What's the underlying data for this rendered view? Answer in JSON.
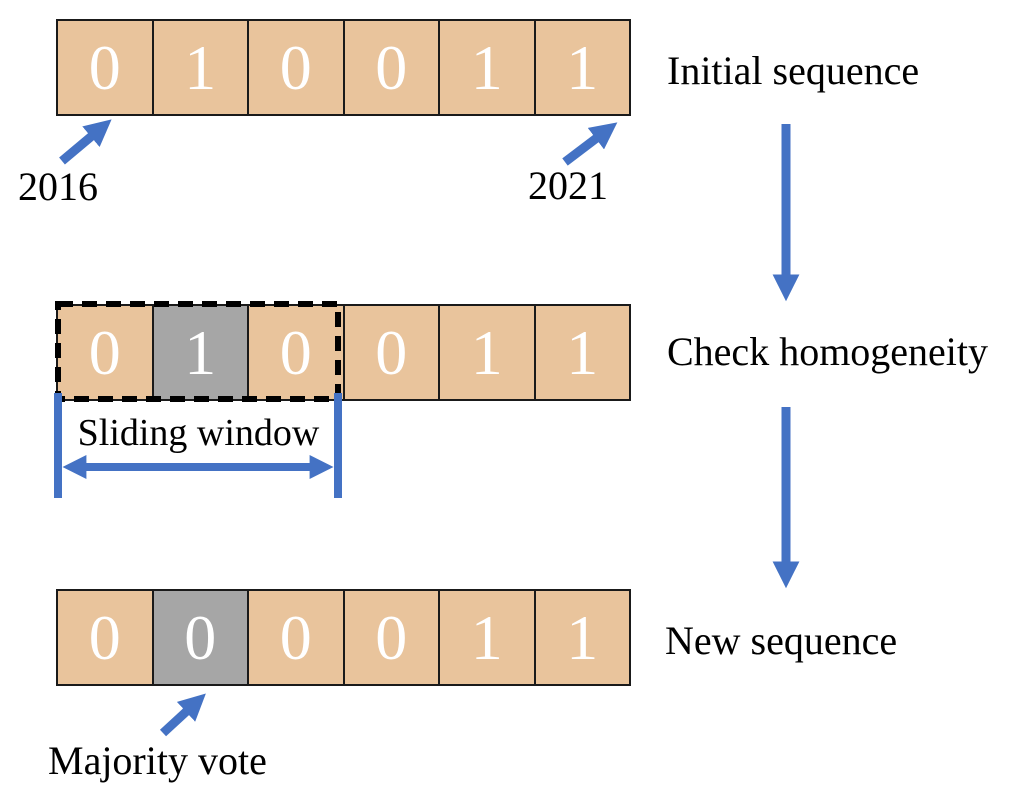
{
  "figure": {
    "title_hint": "sliding-window majority-vote smoothing of a yearly binary sequence"
  },
  "stage_labels": {
    "initial": "Initial sequence",
    "check": "Check homogeneity",
    "new": "New sequence"
  },
  "year_labels": {
    "start": "2016",
    "end": "2021"
  },
  "annotations": {
    "sliding_window": "Sliding window",
    "majority_vote": "Majority vote"
  },
  "sequences": {
    "initial": [
      "0",
      "1",
      "0",
      "0",
      "1",
      "1"
    ],
    "check": [
      "0",
      "1",
      "0",
      "0",
      "1",
      "1"
    ],
    "new": [
      "0",
      "0",
      "0",
      "0",
      "1",
      "1"
    ]
  },
  "highlighted_cell_index": {
    "check": 1,
    "new": 1
  },
  "window": {
    "cells": [
      0,
      1,
      2
    ]
  },
  "colors": {
    "cell_fill": "#e9c49c",
    "highlight_fill": "#a6a6a6",
    "arrow_blue": "#4472c4",
    "cell_border": "#1a1a1a",
    "digit_text": "#ffffff",
    "label_text": "#000000"
  }
}
